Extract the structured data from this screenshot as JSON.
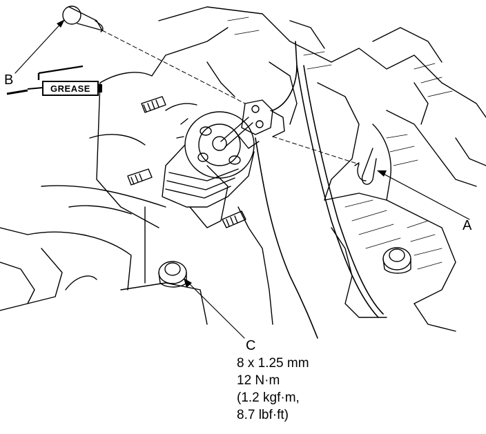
{
  "callouts": {
    "a": "A",
    "b": "B",
    "c": "C"
  },
  "grease_symbol": {
    "label": "GREASE"
  },
  "torque_spec": {
    "line1": "8 x 1.25 mm",
    "line2": "12 N·m",
    "line3": "(1.2 kgf·m,",
    "line4": "8.7 lbf·ft)"
  },
  "colors": {
    "ink": "#000000",
    "paper": "#ffffff"
  }
}
